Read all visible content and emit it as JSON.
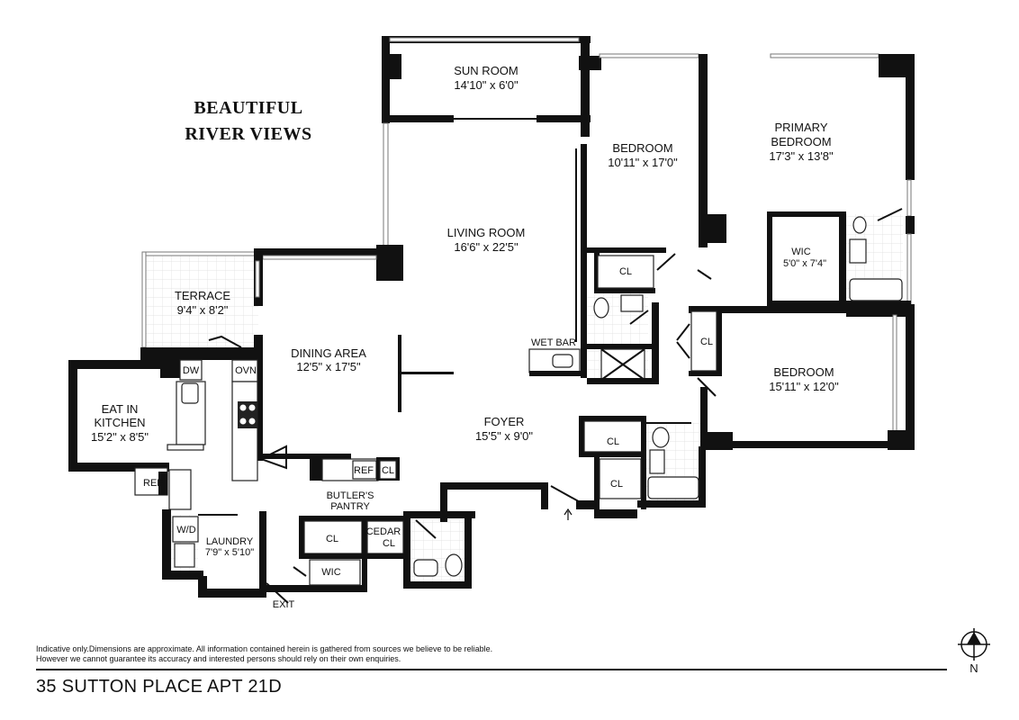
{
  "headline": [
    "BEAUTIFUL",
    "RIVER VIEWS"
  ],
  "rooms": {
    "sun_room": {
      "name": "SUN ROOM",
      "dims": "14'10\" x 6'0\""
    },
    "bedroom_1": {
      "name": "BEDROOM",
      "dims": "10'11\" x 17'0\""
    },
    "primary": {
      "name1": "PRIMARY",
      "name2": "BEDROOM",
      "dims": "17'3\" x 13'8\""
    },
    "living": {
      "name": "LIVING ROOM",
      "dims": "16'6\" x 22'5\""
    },
    "terrace": {
      "name": "TERRACE",
      "dims": "9'4\" x 8'2\""
    },
    "wic_primary": {
      "name": "WIC",
      "dims": "5'0\" x 7'4\""
    },
    "dining": {
      "name": "DINING AREA",
      "dims": "12'5\" x 17'5\""
    },
    "kitchen": {
      "name1": "EAT IN",
      "name2": "KITCHEN",
      "dims": "15'2\" x 8'5\""
    },
    "bedroom_2": {
      "name": "BEDROOM",
      "dims": "15'11\" x 12'0\""
    },
    "foyer": {
      "name": "FOYER",
      "dims": "15'5\" x 9'0\""
    },
    "laundry": {
      "name": "LAUNDRY",
      "dims": "7'9\" x 5'10\""
    },
    "butlers_pantry": {
      "name1": "BUTLER'S",
      "name2": "PANTRY"
    }
  },
  "fixtures": {
    "cl": "CL",
    "wet_bar": "WET BAR",
    "dw": "DW",
    "ovn": "OVN",
    "ref": "REF",
    "wd": "W/D",
    "wic": "WIC",
    "cedar1": "CEDAR",
    "cedar2": "CL",
    "exit": "EXIT"
  },
  "compass": "N",
  "disclaimer": [
    "Indicative only.Dimensions are approximate. All information contained herein is gathered from sources we believe to be reliable.",
    "However we cannot guarantee its accuracy and interested persons should rely on their own enquiries."
  ],
  "address": "35 SUTTON PLACE APT 21D"
}
